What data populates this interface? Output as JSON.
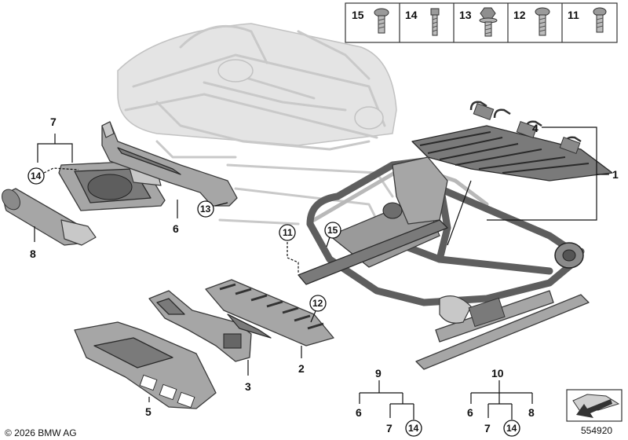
{
  "screw_labels": [
    "15",
    "14",
    "13",
    "12",
    "11"
  ],
  "labels": {
    "p1": "1",
    "p2": "2",
    "p3": "3",
    "p4": "4",
    "p5": "5",
    "p6": "6",
    "p7": "7",
    "p8": "8",
    "c11": "11",
    "c12": "12",
    "c13": "13",
    "c14": "14",
    "c15": "15"
  },
  "group9": {
    "top": "9",
    "a": "6",
    "b": "7",
    "c": "14"
  },
  "group10": {
    "top": "10",
    "a": "6",
    "b": "7",
    "c": "14",
    "d": "8"
  },
  "footer": {
    "copyright": "© 2026 BMW AG",
    "ref": "554920"
  },
  "colors": {
    "part": "#a6a6a6",
    "frame": "#5e5e5e",
    "ghost": "#c9c9c9"
  },
  "icons": {
    "nav": "arrow-box-icon"
  }
}
